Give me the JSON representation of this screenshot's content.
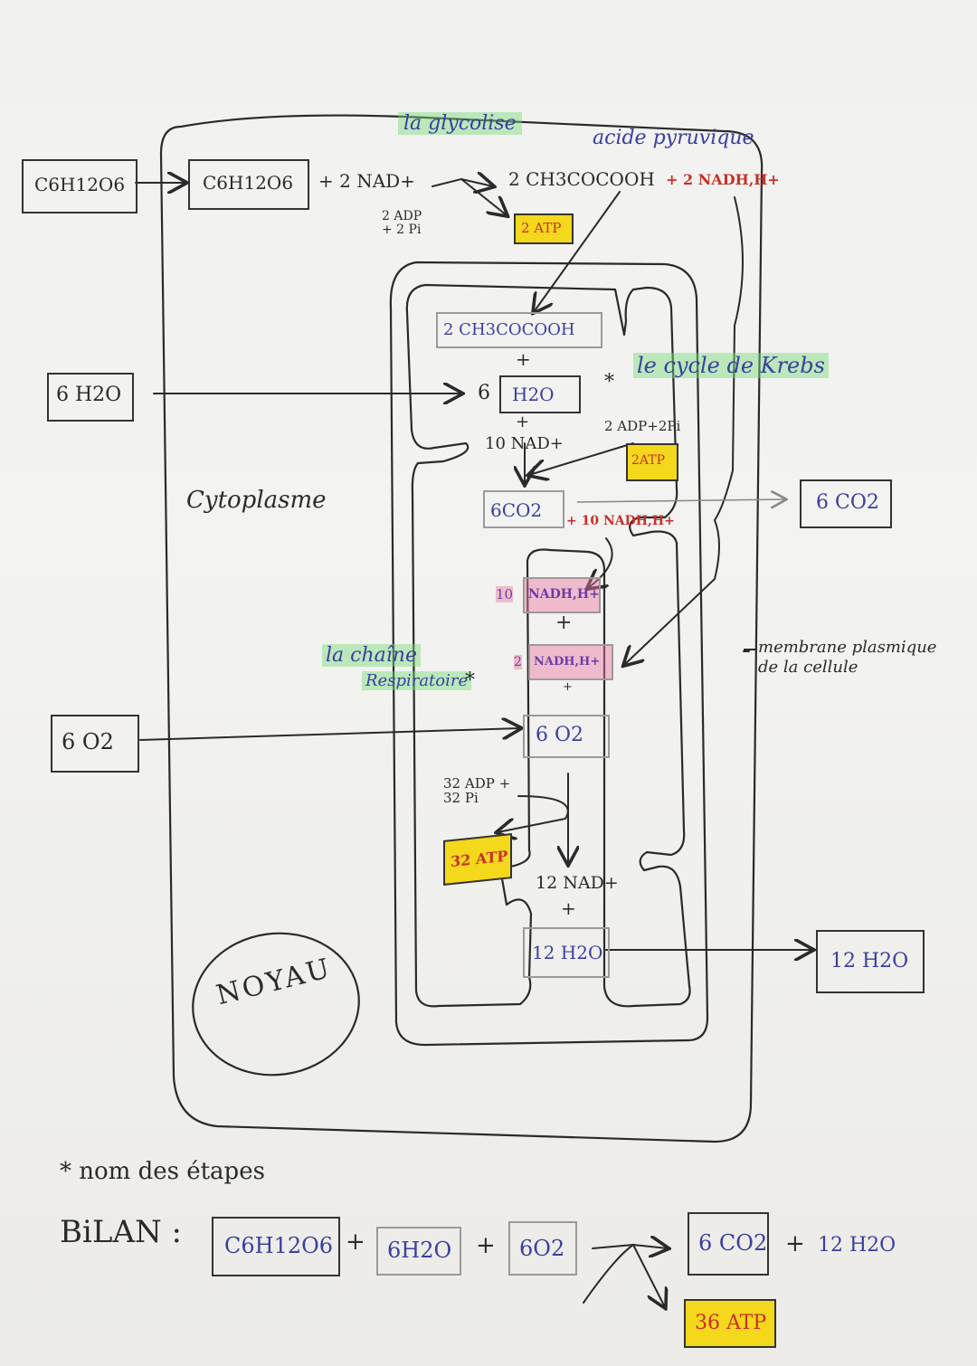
{
  "glycolyse": {
    "title": "la glycolise",
    "annotation": "acide pyruvique",
    "input": "C6H12O6",
    "glucose_in_cell": "C6H12O6",
    "plus_nad": "+ 2 NAD+",
    "adp": "2 ADP + 2 Pi",
    "product": "2 CH3COCOOH",
    "nadh": "+ 2 NADH,H+",
    "atp": "2 ATP"
  },
  "krebs": {
    "title": "le cycle de Krebs",
    "star": "*",
    "pyruvate": "2 CH3COCOOH",
    "plus1": "+",
    "water_coef": "6",
    "water": "H2O",
    "plus2": "+",
    "nad": "10 NAD+",
    "adp": "2 ADP+2Pi",
    "atp": "2ATP",
    "co2": "6CO2",
    "nadh": "+ 10 NADH,H+",
    "output_co2": "6 CO2"
  },
  "chaine": {
    "title_line1": "la chaîne",
    "title_line2": "Respiratoire",
    "star": "*",
    "nadh10_coef": "10",
    "nadh10": "NADH,H+",
    "plus": "+",
    "nadh2_coef": "2",
    "nadh2": "NADH,H+",
    "plus_small": "+",
    "o2": "6 O2",
    "adp": "32 ADP + 32 Pi",
    "atp": "32 ATP",
    "nad": "12 NAD+",
    "plus2": "+",
    "water": "12 H2O",
    "output_water": "12 H2O"
  },
  "inputs": {
    "water": "6 H2O",
    "oxygen": "6 O2"
  },
  "labels": {
    "cytoplasme": "Cytoplasme",
    "noyau": "NOYAU",
    "membrane": "membrane plasmique de la cellule",
    "legend": "* nom des étapes"
  },
  "bilan": {
    "label": "BiLAN :",
    "glucose": "C6H12O6",
    "plus1": "+",
    "water": "6H2O",
    "plus2": "+",
    "oxygen": "6O2",
    "co2": "6 CO2",
    "plus3": "+",
    "water_out": "12 H2O",
    "atp": "36 ATP"
  },
  "colors": {
    "ink": "#2a2a2a",
    "blue_ink": "#3a3fa0",
    "highlight_green": "#7adc7a",
    "highlight_yellow": "#f4d81c",
    "highlight_pink": "#eb78a0",
    "red_ink": "#c8302a"
  }
}
